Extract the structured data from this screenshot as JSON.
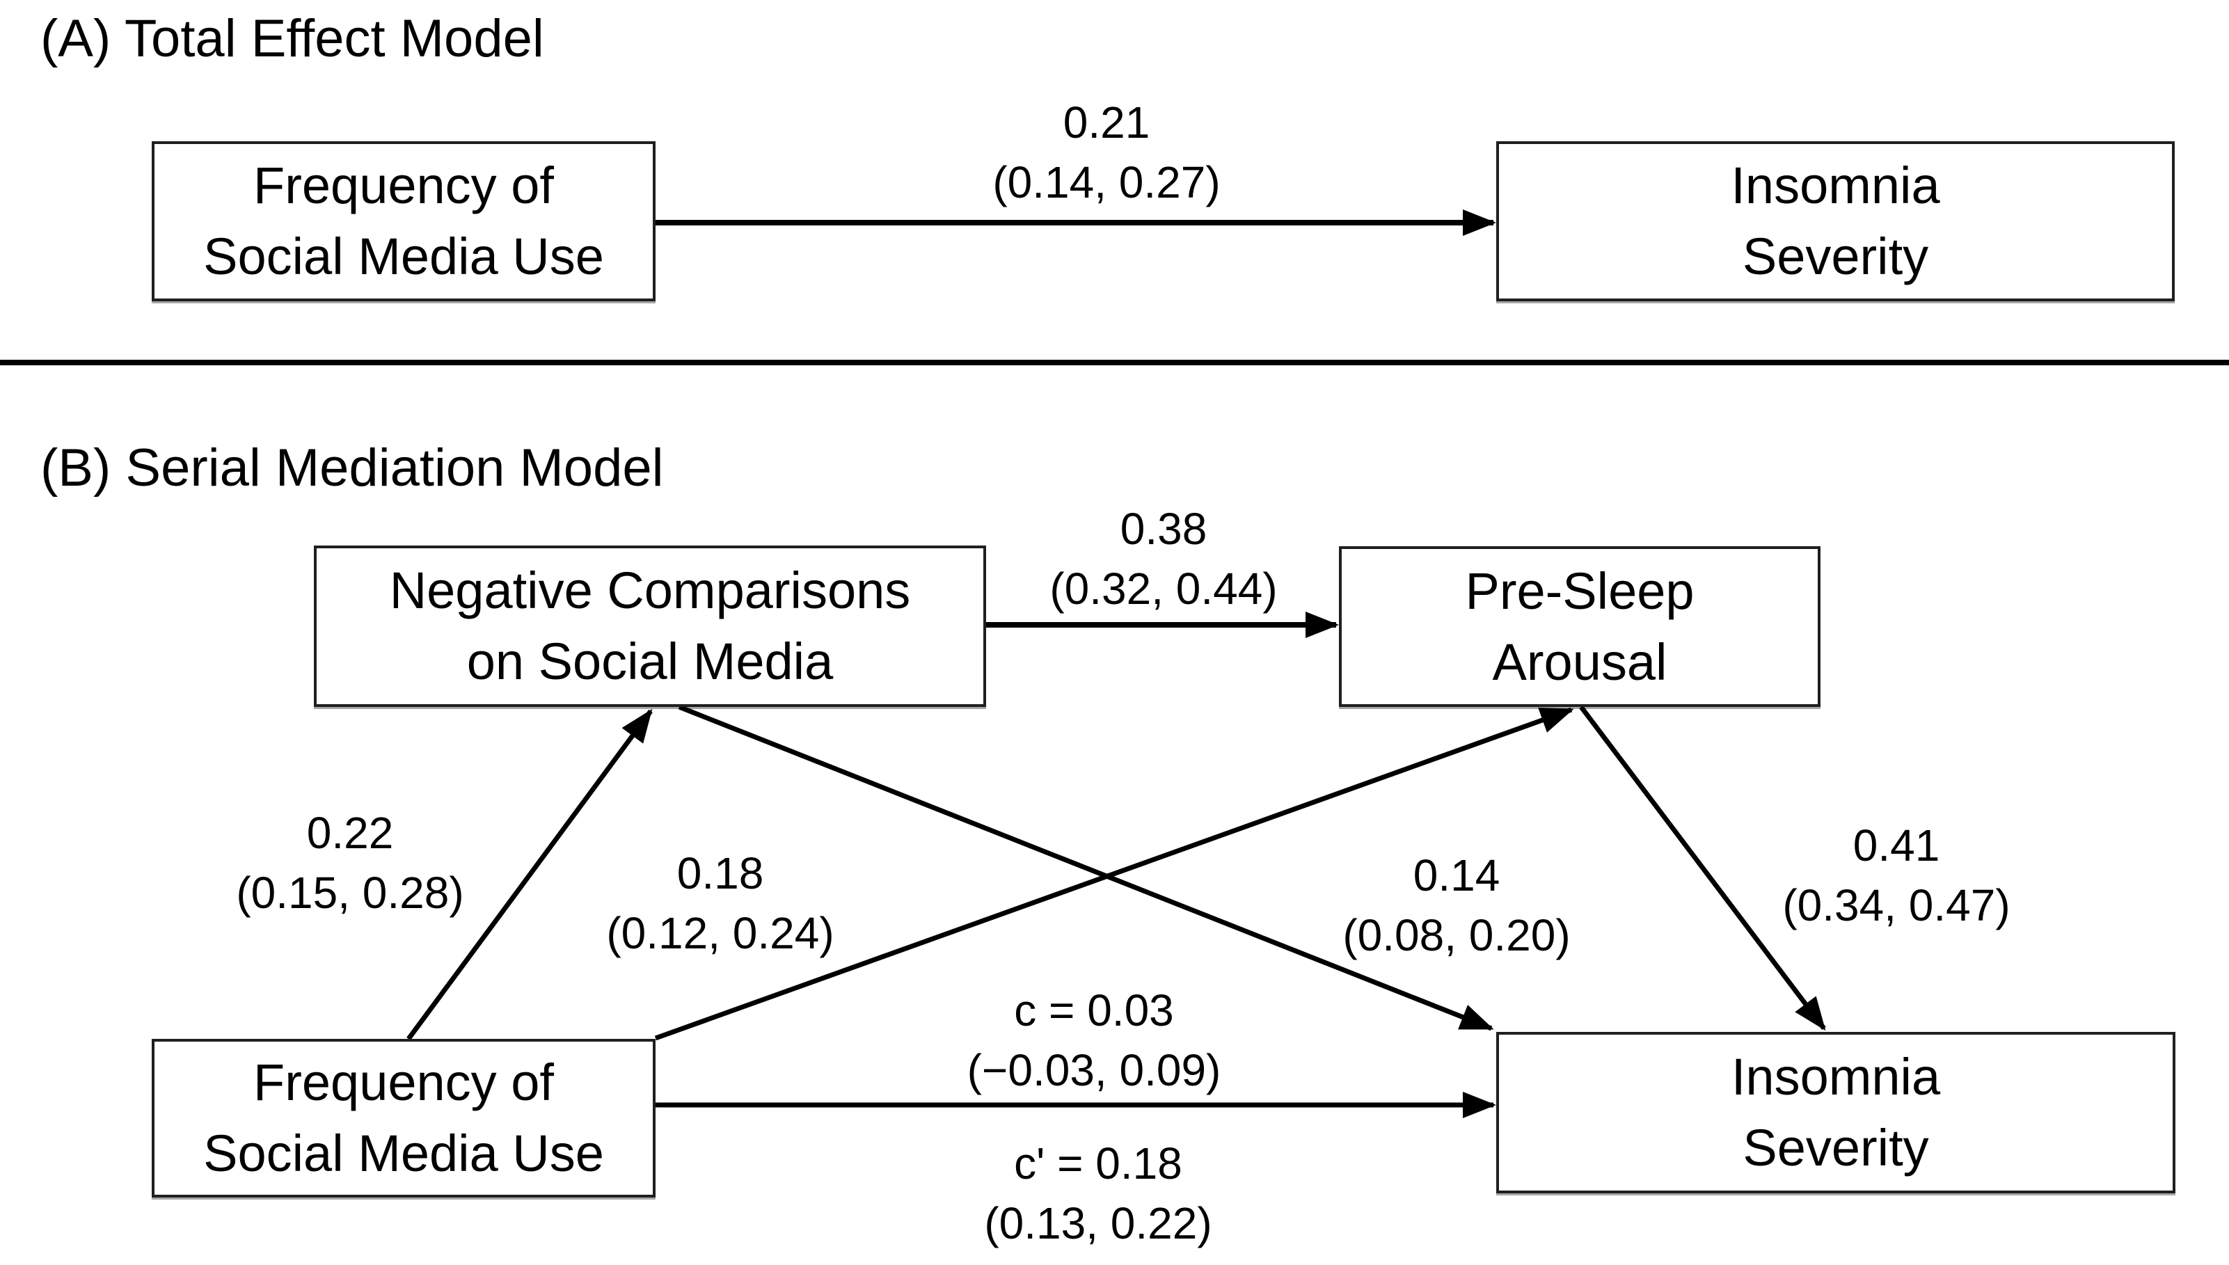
{
  "figure": {
    "panel_a": {
      "title": "(A) Total Effect Model",
      "nodes": {
        "frequency": {
          "line1": "Frequency of",
          "line2": "Social Media Use"
        },
        "insomnia": {
          "line1": "Insomnia",
          "line2": "Severity"
        }
      },
      "paths": {
        "total_effect": {
          "line1": "0.21",
          "line2": "(0.14, 0.27)"
        }
      }
    },
    "panel_b": {
      "title": "(B) Serial Mediation Model",
      "nodes": {
        "negative_comparisons": {
          "line1": "Negative Comparisons",
          "line2": "on Social Media"
        },
        "pre_sleep_arousal": {
          "line1": "Pre-Sleep",
          "line2": "Arousal"
        },
        "frequency": {
          "line1": "Frequency of",
          "line2": "Social Media Use"
        },
        "insomnia": {
          "line1": "Insomnia",
          "line2": "Severity"
        }
      },
      "paths": {
        "freq_to_negcomp": {
          "line1": "0.22",
          "line2": "(0.15, 0.28)"
        },
        "freq_to_arousal": {
          "line1": "0.18",
          "line2": "(0.12, 0.24)"
        },
        "negcomp_to_arousal": {
          "line1": "0.38",
          "line2": "(0.32, 0.44)"
        },
        "negcomp_to_insomnia": {
          "line1": "0.14",
          "line2": "(0.08, 0.20)"
        },
        "arousal_to_insomnia": {
          "line1": "0.41",
          "line2": "(0.34, 0.47)"
        },
        "direct_c": {
          "line1": "c = 0.03",
          "line2": "(−0.03, 0.09)"
        },
        "direct_c_prime": {
          "line1": "c' = 0.18",
          "line2": "(0.13, 0.22)"
        }
      }
    },
    "colors": {
      "ink": "#000000",
      "box_border": "#1f1f1f",
      "background": "#ffffff"
    }
  }
}
